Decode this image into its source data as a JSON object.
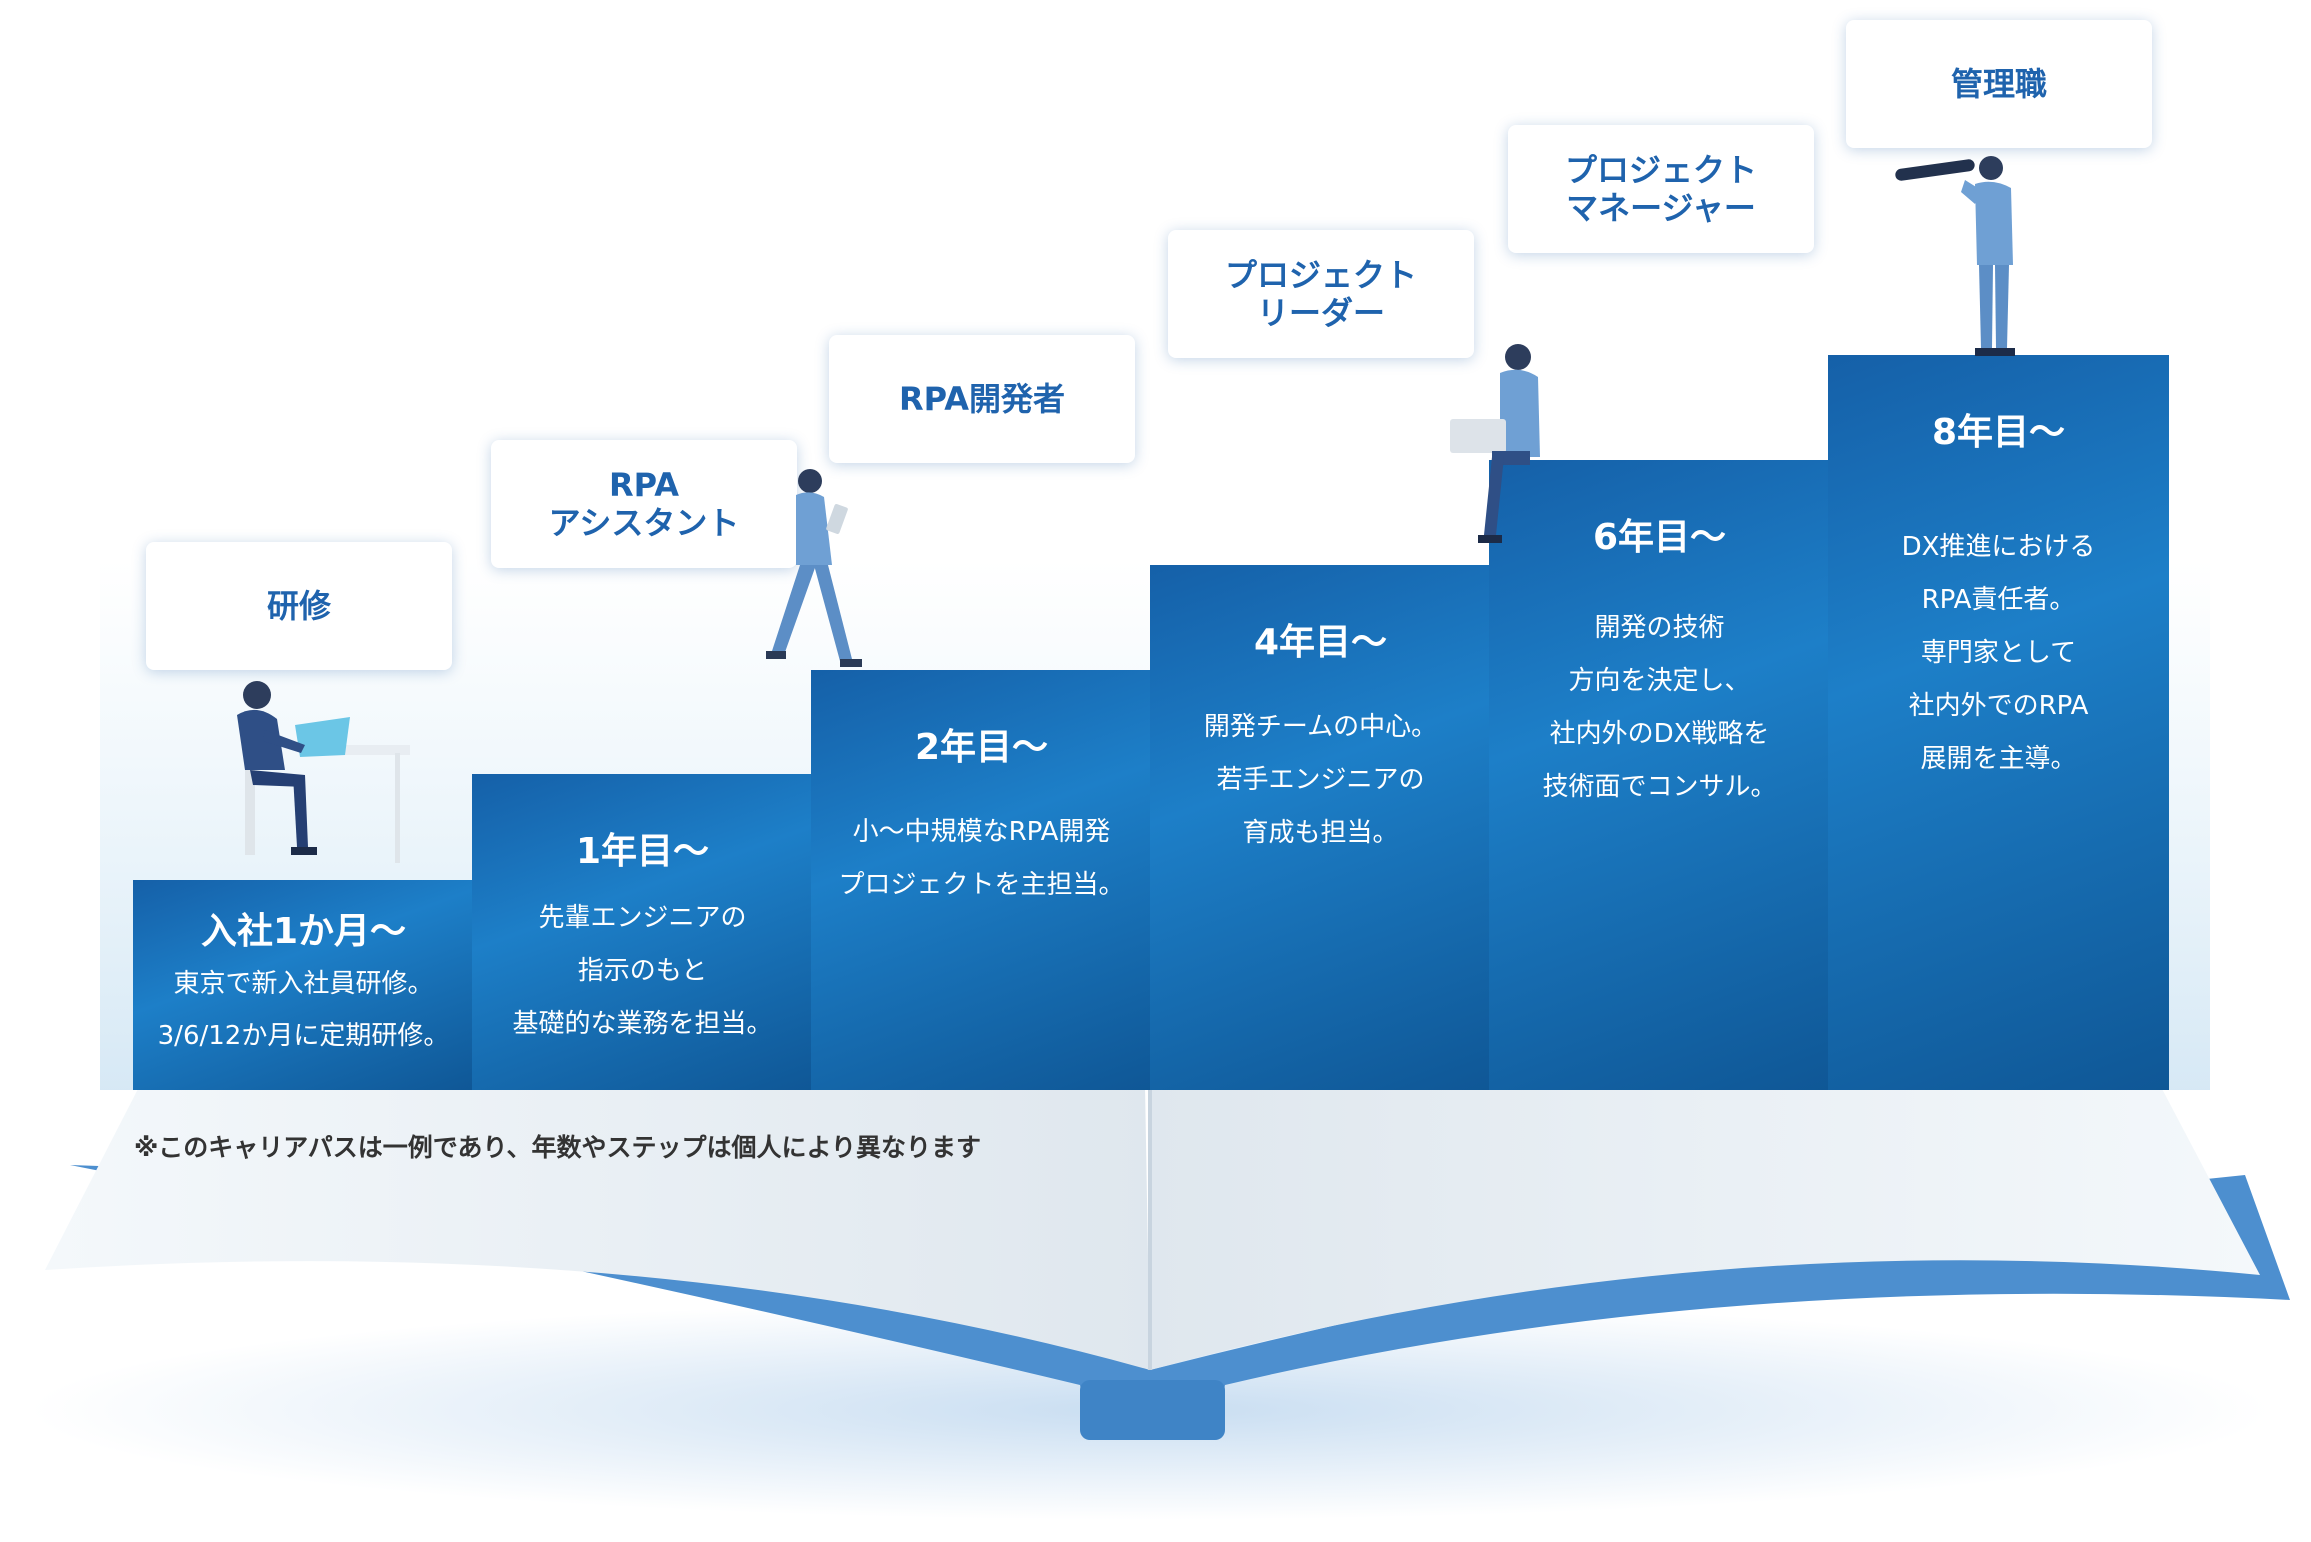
{
  "steps": [
    {
      "year": "入社1か月〜",
      "desc": "東京で新入社員研修。\n3/6/12か月に定期研修。",
      "role": "研修"
    },
    {
      "year": "1年目〜",
      "desc": "先輩エンジニアの\n指示のもと\n基礎的な業務を担当。",
      "role": "RPA\nアシスタント"
    },
    {
      "year": "2年目〜",
      "desc": "小〜中規模なRPA開発\nプロジェクトを主担当。",
      "role": "RPA開発者"
    },
    {
      "year": "4年目〜",
      "desc": "開発チームの中心。\n若手エンジニアの\n育成も担当。",
      "role": "プロジェクト\nリーダー"
    },
    {
      "year": "6年目〜",
      "desc": "開発の技術\n方向を決定し、\n社内外のDX戦略を\n技術面でコンサル。",
      "role": "プロジェクト\nマネージャー"
    },
    {
      "year": "8年目〜",
      "desc": "DX推進における\nRPA責任者。\n専門家として\n社内外でのRPA\n展開を主導。",
      "role": "管理職"
    }
  ],
  "note": "※このキャリアパスは一例であり、年数やステップは個人により異なります",
  "colors": {
    "step_blue": "#1a72bd",
    "role_text": "#1f63ad",
    "book_cover": "#4a90cf",
    "book_page": "#eef3f8"
  },
  "icons": [
    "person-at-desk-icon",
    "walking-person-icon",
    "sitting-person-laptop-icon",
    "person-with-telescope-icon"
  ]
}
